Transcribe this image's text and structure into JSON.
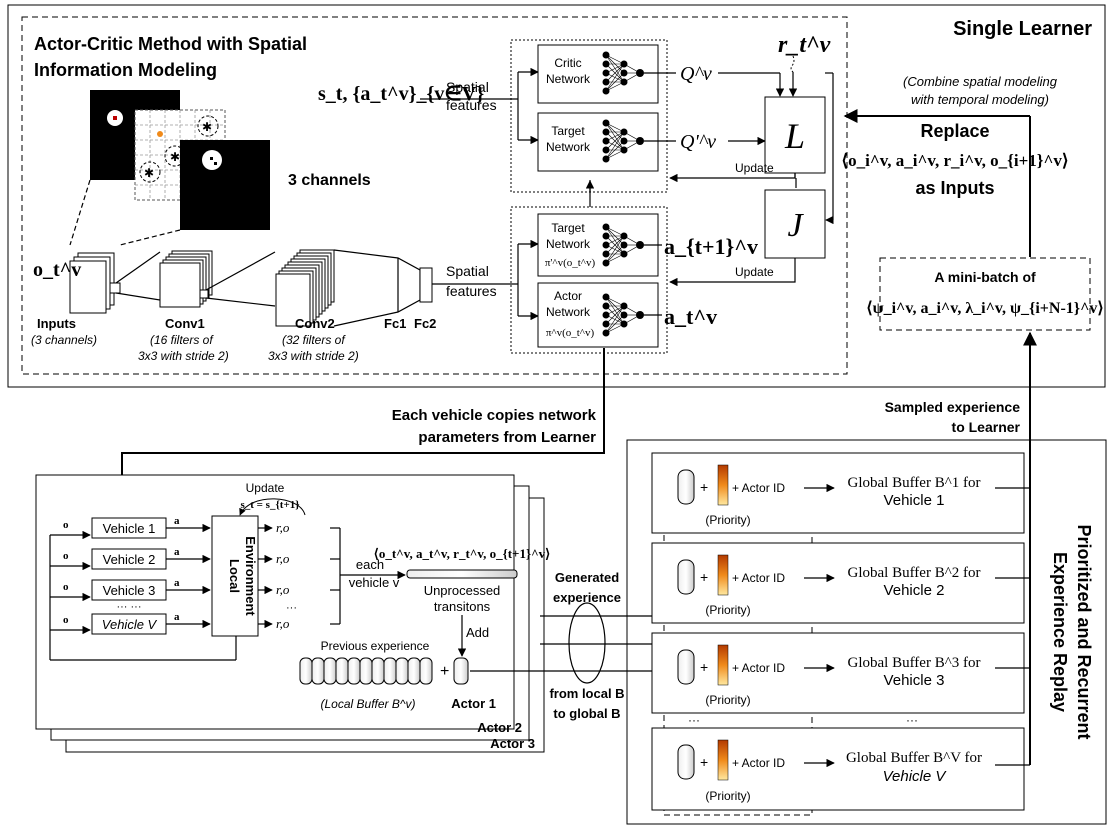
{
  "learner": {
    "title": "Single Learner",
    "method_title_1": "Actor-Critic Method with Spatial",
    "method_title_2": "Information Modeling",
    "channels_label": "3 channels",
    "state_action": "s_t, {a_t^v}_{v∈V}",
    "spatial_features_1": "Spatial",
    "spatial_features_2": "features",
    "critic_network_1": "Critic",
    "critic_network_2": "Network",
    "target_network_1": "Target",
    "target_network_2": "Network",
    "target_actor_1": "Target",
    "target_actor_2": "Network",
    "target_actor_3": "π'^v(o_t^v)",
    "actor_network_1": "Actor",
    "actor_network_2": "Network",
    "actor_network_3": "π^v(o_t^v)",
    "q_value": "Q^v",
    "q_target": "Q'^v",
    "reward": "r_t^v",
    "loss_l": "L",
    "loss_j": "J",
    "update_label": "Update",
    "a_next": "a_{t+1}^v",
    "a_t": "a_t^v",
    "o_t": "o_t^v",
    "cnn": {
      "inputs": "Inputs",
      "inputs_sub": "(3 channels)",
      "conv1": "Conv1",
      "conv1_sub_1": "(16 filters of",
      "conv1_sub_2": "3x3 with stride 2)",
      "conv2": "Conv2",
      "conv2_sub_1": "(32 filters of",
      "conv2_sub_2": "3x3 with stride 2)",
      "fc1": "Fc1",
      "fc2": "Fc2"
    },
    "combine_note_1": "(Combine spatial modeling",
    "combine_note_2": "with temporal modeling)",
    "replace_1": "Replace",
    "replace_2": "⟨o_i^v, a_i^v, r_i^v, o_{i+1}^v⟩",
    "replace_3": "as Inputs",
    "minibatch_1": "A mini-batch of",
    "minibatch_2": "⟨ψ_i^v, a_i^v, λ_i^v, ψ_{i+N-1}^v⟩"
  },
  "arrows": {
    "copies_1": "Each vehicle copies network",
    "copies_2": "parameters from Learner",
    "sampled_1": "Sampled experience",
    "sampled_2": "to Learner",
    "generated_1": "Generated",
    "generated_2": "experience",
    "from_local_1": "from local B",
    "from_local_2": "to global B"
  },
  "actors": {
    "update": "Update",
    "update_eq": "s_t = s_{t+1}",
    "vehicles": [
      "Vehicle 1",
      "Vehicle 2",
      "Vehicle 3",
      "Vehicle V"
    ],
    "ellipsis": "··· ···",
    "local_env_1": "Local",
    "local_env_2": "Environment",
    "each_vehicle_1": "each",
    "each_vehicle_2": "vehicle v",
    "transition": "⟨o_t^v, a_t^v, r_t^v, o_{t+1}^v⟩",
    "unprocessed_1": "Unprocessed",
    "unprocessed_2": "transitons",
    "add": "Add",
    "previous": "Previous experience",
    "local_buffer": "(Local Buffer B^v)",
    "actor_1": "Actor 1",
    "actor_2": "Actor 2",
    "actor_3": "Actor 3"
  },
  "replay": {
    "title_1": "Prioritized and Recurrent",
    "title_2": "Experience Replay",
    "actor_id": "+ Actor ID",
    "priority": "(Priority)",
    "plus": "+",
    "ellipsis_left": "···",
    "ellipsis_right": "···",
    "buffers": [
      {
        "line1": "Global Buffer B^1 for",
        "line2": "Vehicle 1"
      },
      {
        "line1": "Global Buffer B^2 for",
        "line2": "Vehicle 2"
      },
      {
        "line1": "Global Buffer B^3 for",
        "line2": "Vehicle 3"
      },
      {
        "line1": "Global Buffer B^V for",
        "line2": "Vehicle V"
      }
    ]
  }
}
